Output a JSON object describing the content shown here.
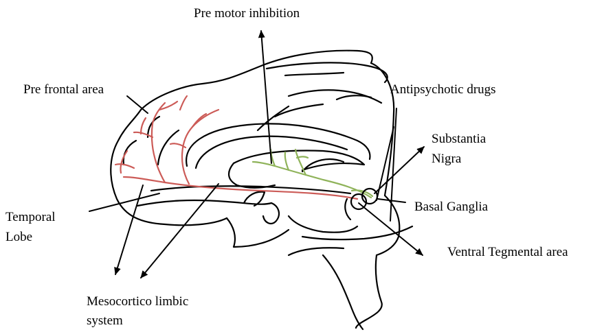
{
  "labels": {
    "pre_motor": "Pre motor inhibition",
    "pre_frontal": "Pre frontal area",
    "antipsychotic": "Antipsychotic drugs",
    "substantia": "Substantia",
    "nigra": "Nigra",
    "basal_ganglia": "Basal Ganglia",
    "temporal": "Temporal",
    "lobe": "Lobe",
    "ventral": "Ventral Tegmental area",
    "mesocortico": "Mesocortico limbic",
    "system": "system"
  },
  "colors": {
    "outline": "#000000",
    "mesocortical_pathway": "#cc5b57",
    "nigrostriatal_pathway": "#8fb35a"
  }
}
